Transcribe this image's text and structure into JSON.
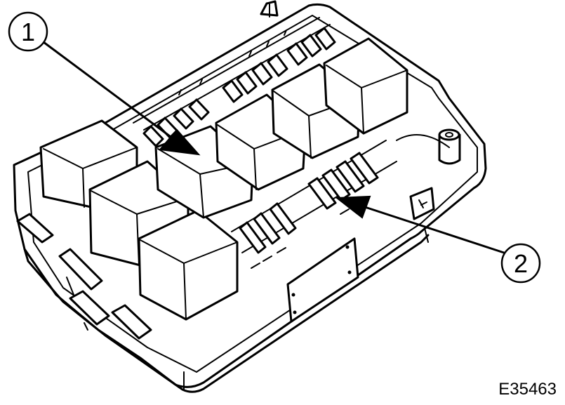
{
  "callouts": [
    {
      "label": "1"
    },
    {
      "label": "2"
    }
  ],
  "reference_code": "E35463"
}
